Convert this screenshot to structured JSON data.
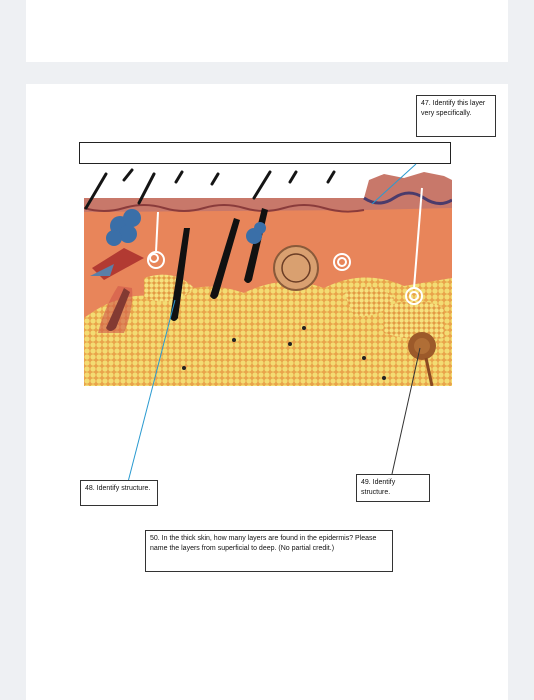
{
  "questions": {
    "q47": "47. Identify this layer very specifically.",
    "q48": "48. Identify structure.",
    "q49": "49. Identify structure.",
    "q50": "50. In the thick skin, how many layers are found in the epidermis? Please name the layers from superficial to deep. (No partial credit.)"
  },
  "diagram": {
    "subject": "skin-cross-section-model",
    "colors": {
      "dermis": "#e8855a",
      "adipose": "#f0d36a",
      "epidermis": "#c8786a",
      "hair": "#1a1a1a",
      "gland_blue": "#3a6fa8",
      "leader_blue": "#2a9ad0",
      "leader_dark": "#333333"
    }
  }
}
